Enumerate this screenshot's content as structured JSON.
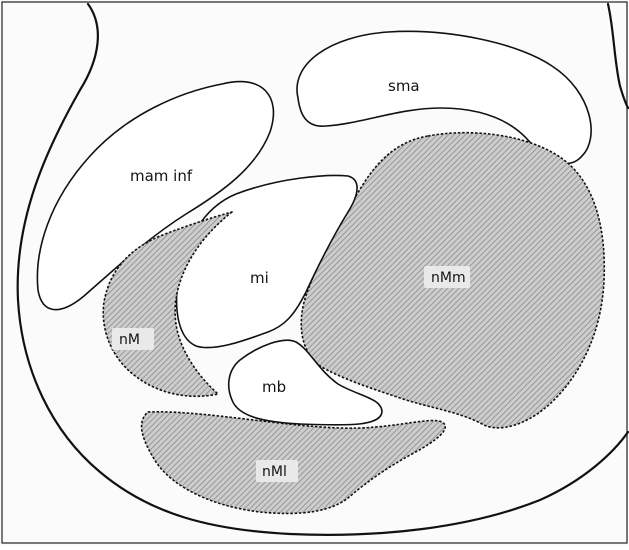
{
  "figure": {
    "regions": {
      "sma": "sma",
      "mam_inf": "mam inf",
      "mi": "mi",
      "mb": "mb",
      "nMm": "nMm",
      "nM": "nM",
      "nMl": "nMl"
    },
    "colors": {
      "stroke": "#111111",
      "shade_light": "#c9c9c9",
      "shade_dark": "#8a8a8a",
      "background": "#fbfbfb"
    }
  }
}
